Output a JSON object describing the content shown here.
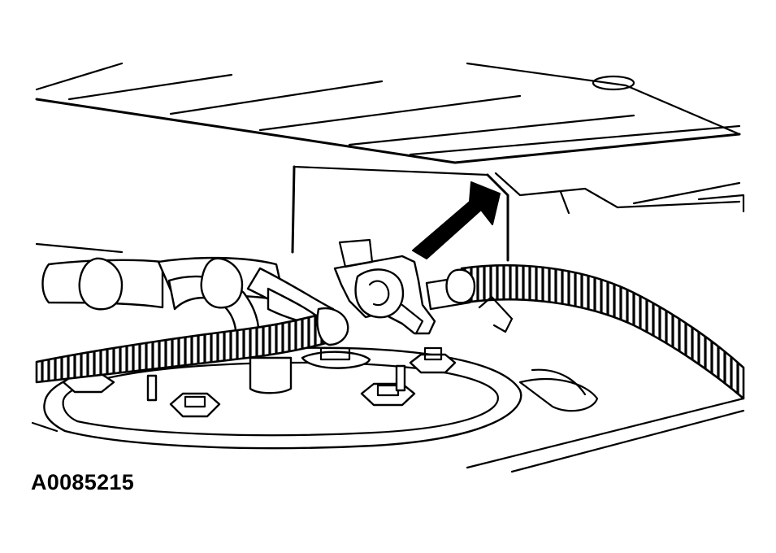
{
  "figure": {
    "id_label": "A0085215"
  },
  "colors": {
    "ink": "#000000",
    "paper": "#ffffff"
  },
  "callouts": [
    {
      "name": "callout-arrow",
      "points_to": "hose-clip"
    }
  ]
}
